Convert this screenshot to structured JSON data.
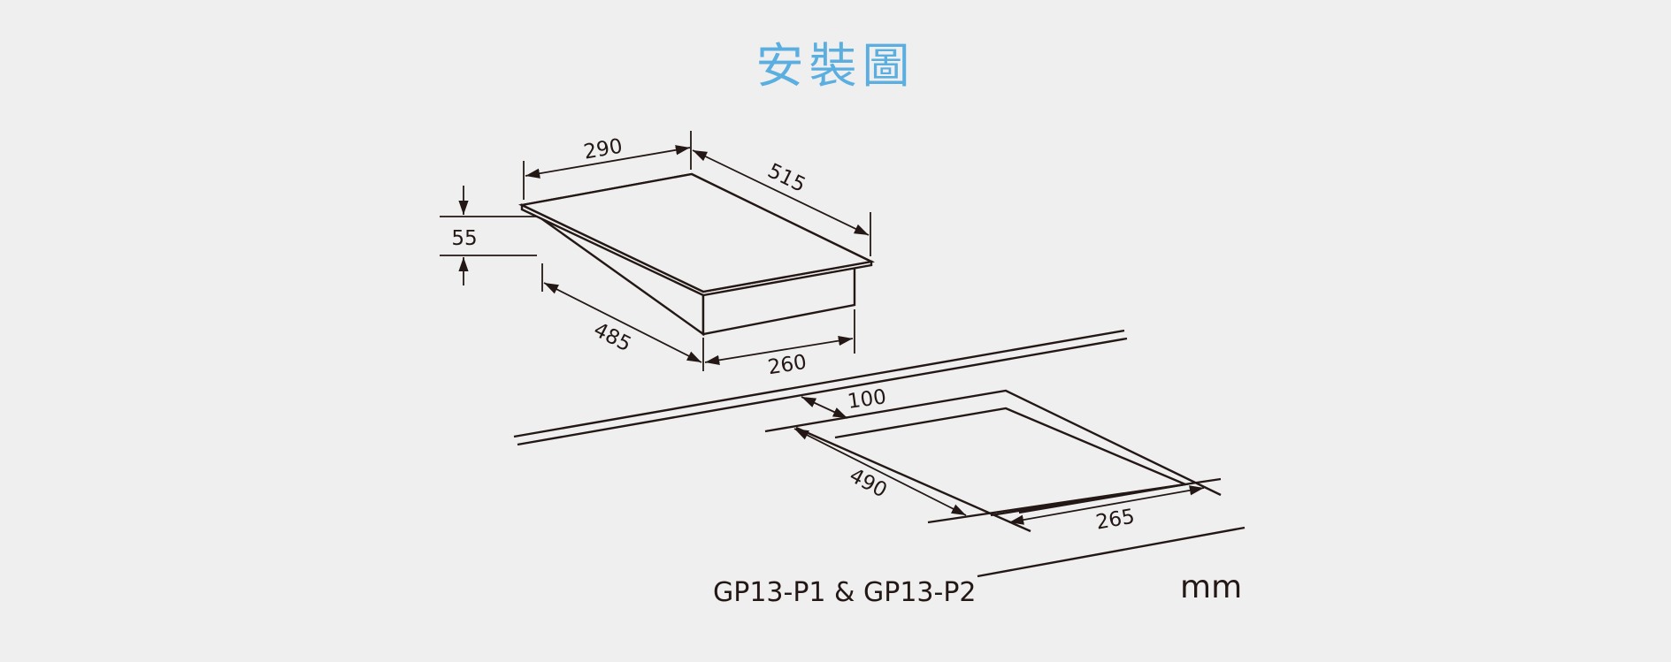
{
  "title": "安裝圖",
  "product": {
    "dimensions": {
      "width_top": "290",
      "depth_top": "515",
      "height": "55",
      "depth_body": "485",
      "width_body": "260"
    }
  },
  "cutout": {
    "dimensions": {
      "offset": "100",
      "depth": "490",
      "width": "265"
    }
  },
  "model_label": "GP13-P1 & GP13-P2",
  "unit_label": "mm",
  "colors": {
    "title": "#5aaee0",
    "line": "#231815",
    "background": "#efefef"
  }
}
